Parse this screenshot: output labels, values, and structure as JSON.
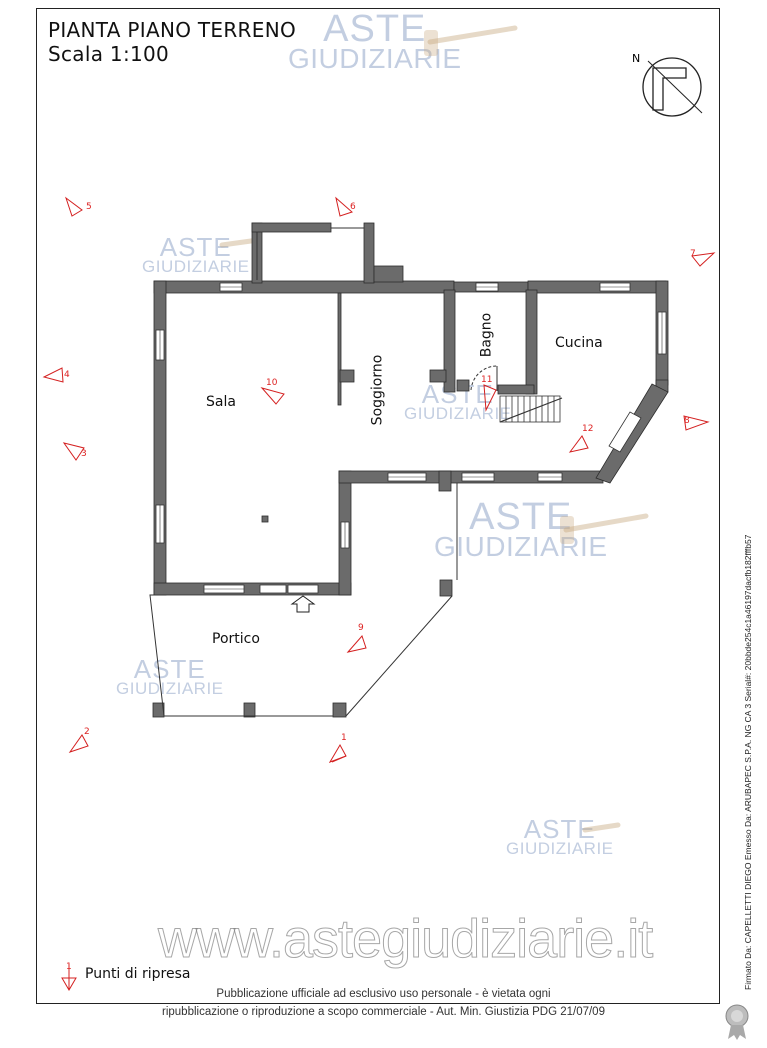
{
  "title": {
    "line1": "PIANTA PIANO TERRENO",
    "line2": "Scala 1:100"
  },
  "north_label": "N",
  "rooms": {
    "sala": "Sala",
    "soggiorno": "Soggiorno",
    "bagno": "Bagno",
    "cucina": "Cucina",
    "portico": "Portico"
  },
  "shooting_points": [
    "1",
    "2",
    "3",
    "4",
    "5",
    "6",
    "7",
    "8",
    "9",
    "10",
    "11",
    "12"
  ],
  "legend": {
    "marker": "1",
    "label": "Punti di ripresa"
  },
  "watermark": {
    "line1": "ASTE",
    "line2": "GIUDIZIARIE",
    "url": "www.astegiudiziarie.it"
  },
  "footer": {
    "line1": "Pubblicazione ufficiale ad esclusivo uso personale - è vietata ogni",
    "line2": "ripubblicazione o riproduzione a scopo commerciale - Aut. Min. Giustizia PDG 21/07/09"
  },
  "signature": "Firmato Da: CAPELLETTI DIEGO Emesso Da: ARUBAPEC S.P.A. NG CA 3 Serial#: 20bbde254c1a46197dacfb182fffb57",
  "colors": {
    "wall": "#6b6b6b",
    "marker": "#d42020",
    "watermark": "#9aaed0"
  }
}
